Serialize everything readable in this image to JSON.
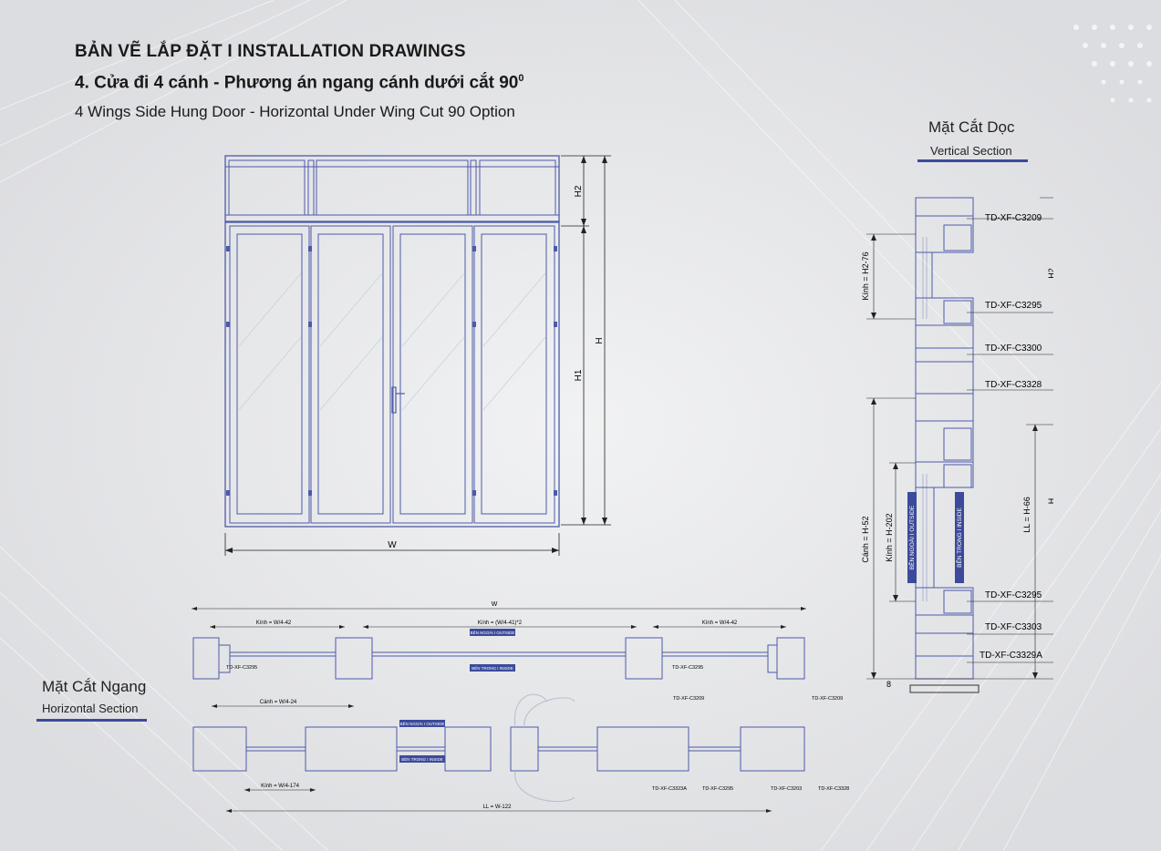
{
  "header": {
    "title": "BẢN VẼ LẮP ĐẶT  I  INSTALLATION DRAWINGS",
    "subtitle_vi": "4. Cửa đi 4 cánh - Phương án ngang cánh dưới cắt 90",
    "subtitle_sup": "0",
    "subtitle_en": "4 Wings Side Hung Door - Horizontal Under Wing Cut 90 Option"
  },
  "vertical_section": {
    "title_vi": "Mặt Cắt Dọc",
    "title_en": "Vertical Section",
    "codes": [
      "TD-XF-C3209",
      "TD-XF-C3295",
      "TD-XF-C3300",
      "TD-XF-C3328",
      "TD-XF-C3295",
      "TD-XF-C3303",
      "TD-XF-C3329A"
    ],
    "dims": {
      "glass_top": "Kính = H2-76",
      "h2": "H2",
      "h": "H",
      "ll": "LL = H-66",
      "glass_bottom": "Kính = H-202",
      "wing": "Cánh = H-52",
      "base": "8"
    },
    "outside_label": "BÊN NGOÀI  I  OUTSIDE",
    "inside_label": "BÊN TRONG  I  INSIDE"
  },
  "horizontal_section": {
    "title_vi": "Mặt Cắt Ngang",
    "title_en": "Horizontal Section",
    "dims": {
      "w": "W",
      "glass_left": "Kính = W/4-42",
      "glass_mid": "Kính = (W/4-41)*2",
      "glass_right": "Kính = W/4-42",
      "wing": "Cánh = W/4-24",
      "glass_small": "Kính = W/4-174",
      "ll": "LL = W-122"
    },
    "outside_label": "BÊN NGOÀI  I  OUTSIDE",
    "inside_label": "BÊN TRONG  I  INSIDE",
    "codes_top": [
      "TD-XF-C3295",
      "TD-XF-C3295",
      "TD-XF-C3209",
      "TD-XF-C3209"
    ],
    "codes_bottom": [
      "TD-XF-C3323A",
      "TD-XF-C3295",
      "TD-XF-C3203",
      "TD-XF-C3328"
    ]
  },
  "elevation": {
    "w": "W",
    "h": "H",
    "h1": "H1",
    "h2": "H2"
  }
}
